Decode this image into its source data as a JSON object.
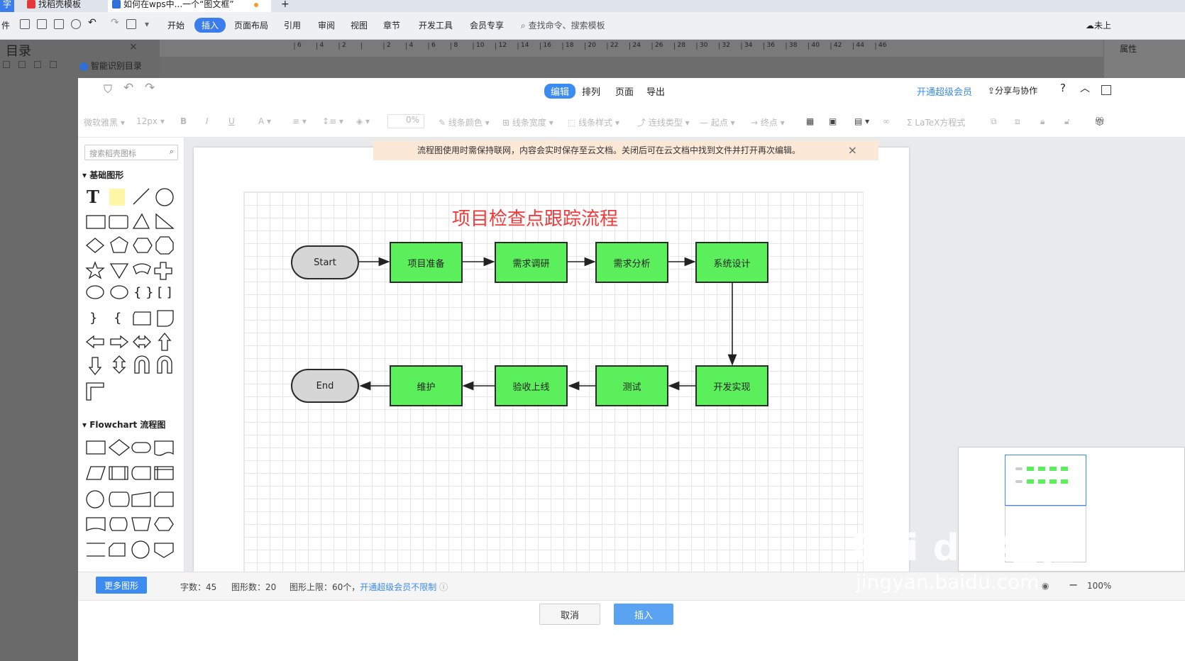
{
  "tabs": {
    "first": "字",
    "tab1": "找稻壳模板",
    "tab2": "如何在wps中...一个“图文框”",
    "plus": "+"
  },
  "menubar": {
    "file": "件",
    "items": [
      "开始",
      "插入",
      "页面布局",
      "引用",
      "审阅",
      "视图",
      "章节",
      "开发工具",
      "会员专享"
    ],
    "active": "插入",
    "search": "查找命令、搜索模板",
    "right": "未上"
  },
  "toc": {
    "title": "目录",
    "smart": "智能识别目录",
    "props": "属性"
  },
  "ruler": {
    "ticks": [
      "6",
      "4",
      "2",
      "",
      "2",
      "4",
      "6",
      "8",
      "10",
      "12",
      "14",
      "16",
      "18",
      "20",
      "22",
      "24",
      "26",
      "28",
      "30",
      "32",
      "34",
      "36",
      "38",
      "40",
      "42",
      "44",
      "46"
    ]
  },
  "modebar": {
    "tabs": [
      "编辑",
      "排列",
      "页面",
      "导出"
    ],
    "active": "编辑",
    "vip": "开通超级会员",
    "share": "分享与协作",
    "help": "?"
  },
  "format": {
    "font": "微软雅黑",
    "size": "12px",
    "opacity": "0%",
    "line_color": "线条颜色",
    "line_width": "线条宽度",
    "line_style": "线条样式",
    "connector": "连线类型",
    "start": "起点",
    "end": "终点",
    "latex": "LaTeX方程式"
  },
  "library": {
    "search_placeholder": "搜索稻壳图标",
    "basic": "基础图形",
    "flowchart": "Flowchart 流程图",
    "more": "更多图形"
  },
  "notice": "流程图使用时需保持联网，内容会实时保存至云文档。关闭后可在云文档中找到文件并打开再次编辑。",
  "diagram": {
    "title": "项目检查点跟踪流程",
    "row1": [
      "Start",
      "项目准备",
      "需求调研",
      "需求分析",
      "系统设计"
    ],
    "row2": [
      "End",
      "维护",
      "验收上线",
      "测试",
      "开发实现"
    ]
  },
  "status": {
    "chars": "字数：45",
    "shapes": "图形数：20",
    "limit": "图形上限：60个，",
    "unlimit": "开通超级会员不限制",
    "zoom": "100%"
  },
  "buttons": {
    "cancel": "取消",
    "insert": "插入"
  },
  "watermark": {
    "brand": "Bai du 经验",
    "url": "jingyan.baidu.com"
  },
  "colors": {
    "node_fill": "#5bf05b",
    "terminal_fill": "#d6d6d6",
    "title_color": "#ef3b3b",
    "accent": "#3b8bf0"
  }
}
